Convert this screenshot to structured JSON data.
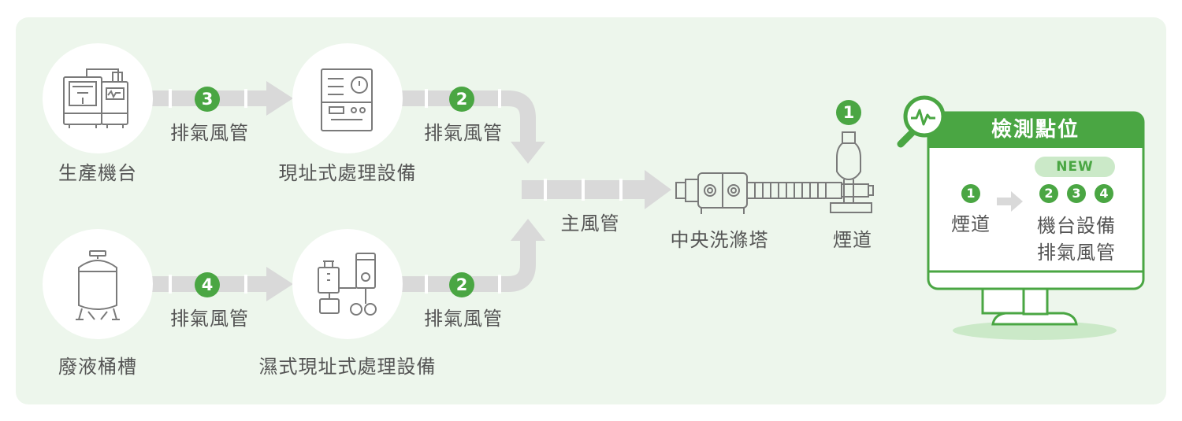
{
  "nodes": {
    "machine": {
      "label": "生產機台"
    },
    "onsite_equipment": {
      "label": "現址式處理設備"
    },
    "waste_tank": {
      "label": "廢液桶槽"
    },
    "wet_onsite_equipment": {
      "label": "濕式現址式處理設備"
    },
    "main_duct": {
      "label": "主風管"
    },
    "scrubber": {
      "label": "中央洗滌塔"
    },
    "stack": {
      "label": "煙道",
      "badge": "1"
    }
  },
  "pipes": {
    "machine_exhaust": {
      "label": "排氣風管",
      "badge": "3"
    },
    "onsite_exhaust": {
      "label": "排氣風管",
      "badge": "2"
    },
    "tank_exhaust": {
      "label": "排氣風管",
      "badge": "4"
    },
    "wet_onsite_exhaust": {
      "label": "排氣風管",
      "badge": "2"
    }
  },
  "monitor": {
    "title": "檢測點位",
    "new_tag": "NEW",
    "before": {
      "badge": "1",
      "label": "煙道"
    },
    "after": {
      "badges": [
        "2",
        "3",
        "4"
      ],
      "label_line1": "機台設備",
      "label_line2": "排氣風管"
    }
  },
  "colors": {
    "accent_green": "#4aa643",
    "background_panel": "#edf6ec",
    "pipe_gray": "#d9d9d9",
    "icon_line_gray": "#7a7a7a",
    "text_gray": "#555555"
  }
}
